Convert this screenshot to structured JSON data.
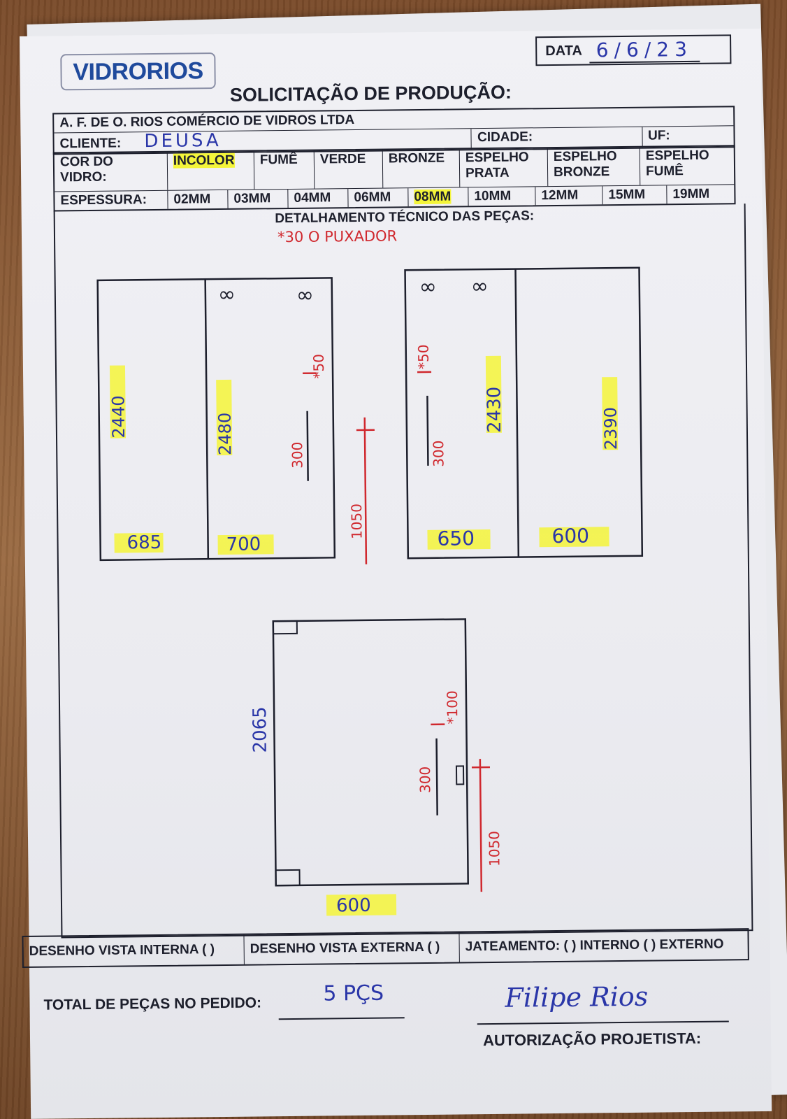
{
  "header": {
    "logo": "VIDRORIOS",
    "date_label": "DATA",
    "date_value": "6/6/23",
    "title": "SOLICITAÇÃO DE PRODUÇÃO:"
  },
  "company": "A. F. DE O. RIOS COMÉRCIO DE VIDROS LTDA",
  "client": {
    "label": "CLIENTE:",
    "value": "DEUSA",
    "city_label": "CIDADE:",
    "uf_label": "UF:"
  },
  "glass_color": {
    "label": "COR DO VIDRO:",
    "options": [
      "INCOLOR",
      "FUMÊ",
      "VERDE",
      "BRONZE",
      "ESPELHO PRATA",
      "ESPELHO BRONZE",
      "ESPELHO FUMÊ"
    ],
    "selected": "INCOLOR"
  },
  "thickness": {
    "label": "ESPESSURA:",
    "options": [
      "02MM",
      "03MM",
      "04MM",
      "06MM",
      "08MM",
      "10MM",
      "12MM",
      "15MM",
      "19MM"
    ],
    "selected": "08MM"
  },
  "detail_title": "DETALHAMENTO TÉCNICO DAS PEÇAS:",
  "annotations": {
    "handle_note": "*30 O PUXADOR",
    "left_panel_a": {
      "height": "2440",
      "width": "685"
    },
    "left_panel_b": {
      "height": "2480",
      "width": "700",
      "offset": "*50",
      "handle": "300"
    },
    "mid_marker": "1050",
    "right_panel_a": {
      "height": "2430",
      "width": "650",
      "offset": "*50",
      "handle": "300"
    },
    "right_panel_b": {
      "height": "2390",
      "width": "600"
    },
    "door": {
      "height": "2065",
      "width": "600",
      "offset": "*100",
      "handle": "300",
      "marker": "1050"
    }
  },
  "footer": {
    "internal": "DESENHO VISTA INTERNA ( )",
    "external": "DESENHO VISTA EXTERNA ( )",
    "sandblast": "JATEAMENTO: ( ) INTERNO ( ) EXTERNO"
  },
  "total": {
    "label": "TOTAL DE PEÇAS NO PEDIDO:",
    "value": "5 PÇS"
  },
  "signature": "Filipe Rios",
  "authorization": "AUTORIZAÇÃO PROJETISTA:"
}
